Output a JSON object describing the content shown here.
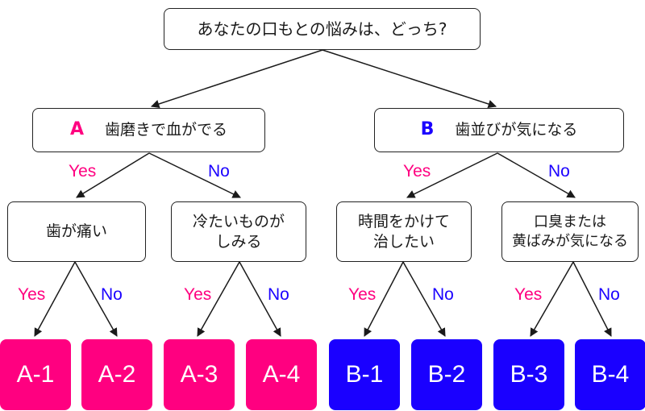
{
  "colors": {
    "a": "#ff0080",
    "b": "#1a00ff"
  },
  "root": {
    "text": "あなたの口もとの悩みは、どっち?"
  },
  "branch_a": {
    "tag": "A",
    "text": "歯磨きで血がでる"
  },
  "branch_b": {
    "tag": "B",
    "text": "歯並びが気になる"
  },
  "yes_label": "Yes",
  "no_label": "No",
  "questions": {
    "a_yes": "歯が痛い",
    "a_no": "冷たいものが\nしみる",
    "b_yes": "時間をかけて\n治したい",
    "b_no": "口臭または\n黄ばみが気になる"
  },
  "leaves": [
    "A-1",
    "A-2",
    "A-3",
    "A-4",
    "B-1",
    "B-2",
    "B-3",
    "B-4"
  ]
}
